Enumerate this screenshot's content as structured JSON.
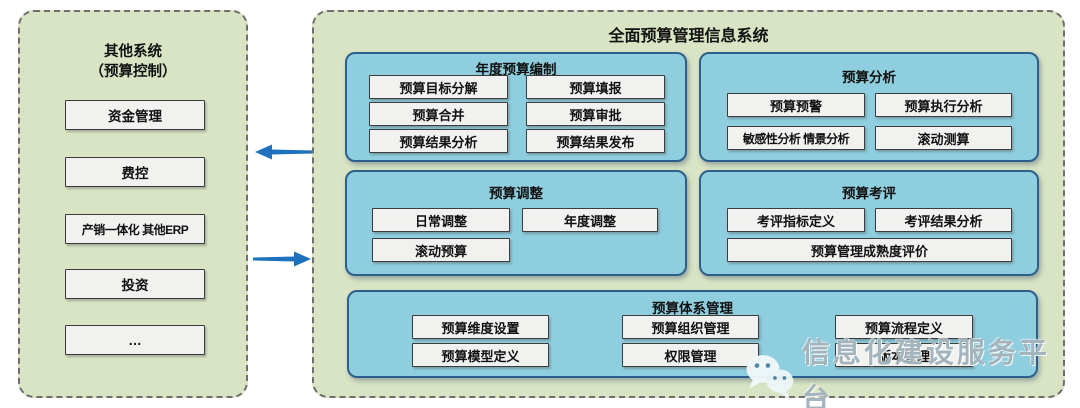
{
  "left_panel": {
    "title_line1": "其他系统",
    "title_line2": "（预算控制）",
    "items": [
      "资金管理",
      "费控",
      "产销一体化 其他ERP",
      "投资",
      "…"
    ]
  },
  "main_panel": {
    "title": "全面预算管理信息系统",
    "sections": [
      {
        "id": "annual-budget-preparation",
        "title": "年度预算编制",
        "items": [
          "预算目标分解",
          "预算填报",
          "预算合并",
          "预算审批",
          "预算结果分析",
          "预算结果发布"
        ]
      },
      {
        "id": "budget-analysis",
        "title": "预算分析",
        "items": [
          "预算预警",
          "预算执行分析",
          "敏感性分析 情景分析",
          "滚动测算"
        ]
      },
      {
        "id": "budget-adjustment",
        "title": "预算调整",
        "items": [
          "日常调整",
          "年度调整",
          "滚动预算"
        ]
      },
      {
        "id": "budget-evaluation",
        "title": "预算考评",
        "items": [
          "考评指标定义",
          "考评结果分析",
          "预算管理成熟度评价"
        ]
      },
      {
        "id": "budget-system-management",
        "title": "预算体系管理",
        "items": [
          "预算维度设置",
          "预算组织管理",
          "预算流程定义",
          "预算模型定义",
          "权限管理",
          "版本管理"
        ]
      }
    ]
  },
  "arrows": [
    {
      "name": "arrow-right-to-left",
      "direction": "left"
    },
    {
      "name": "arrow-left-to-right",
      "direction": "right"
    }
  ],
  "watermark": {
    "text": "信息化建设服务平台",
    "icon": "wechat-icon"
  },
  "colors": {
    "panel_green": "#d9e4c4",
    "section_blue": "#8ecede",
    "section_border": "#2d5e8c",
    "box_bg": "#f1f1ef",
    "box_border": "#3c3c3c",
    "arrow_blue": "#1d71bd",
    "watermark_text": "#9eb0b8"
  }
}
